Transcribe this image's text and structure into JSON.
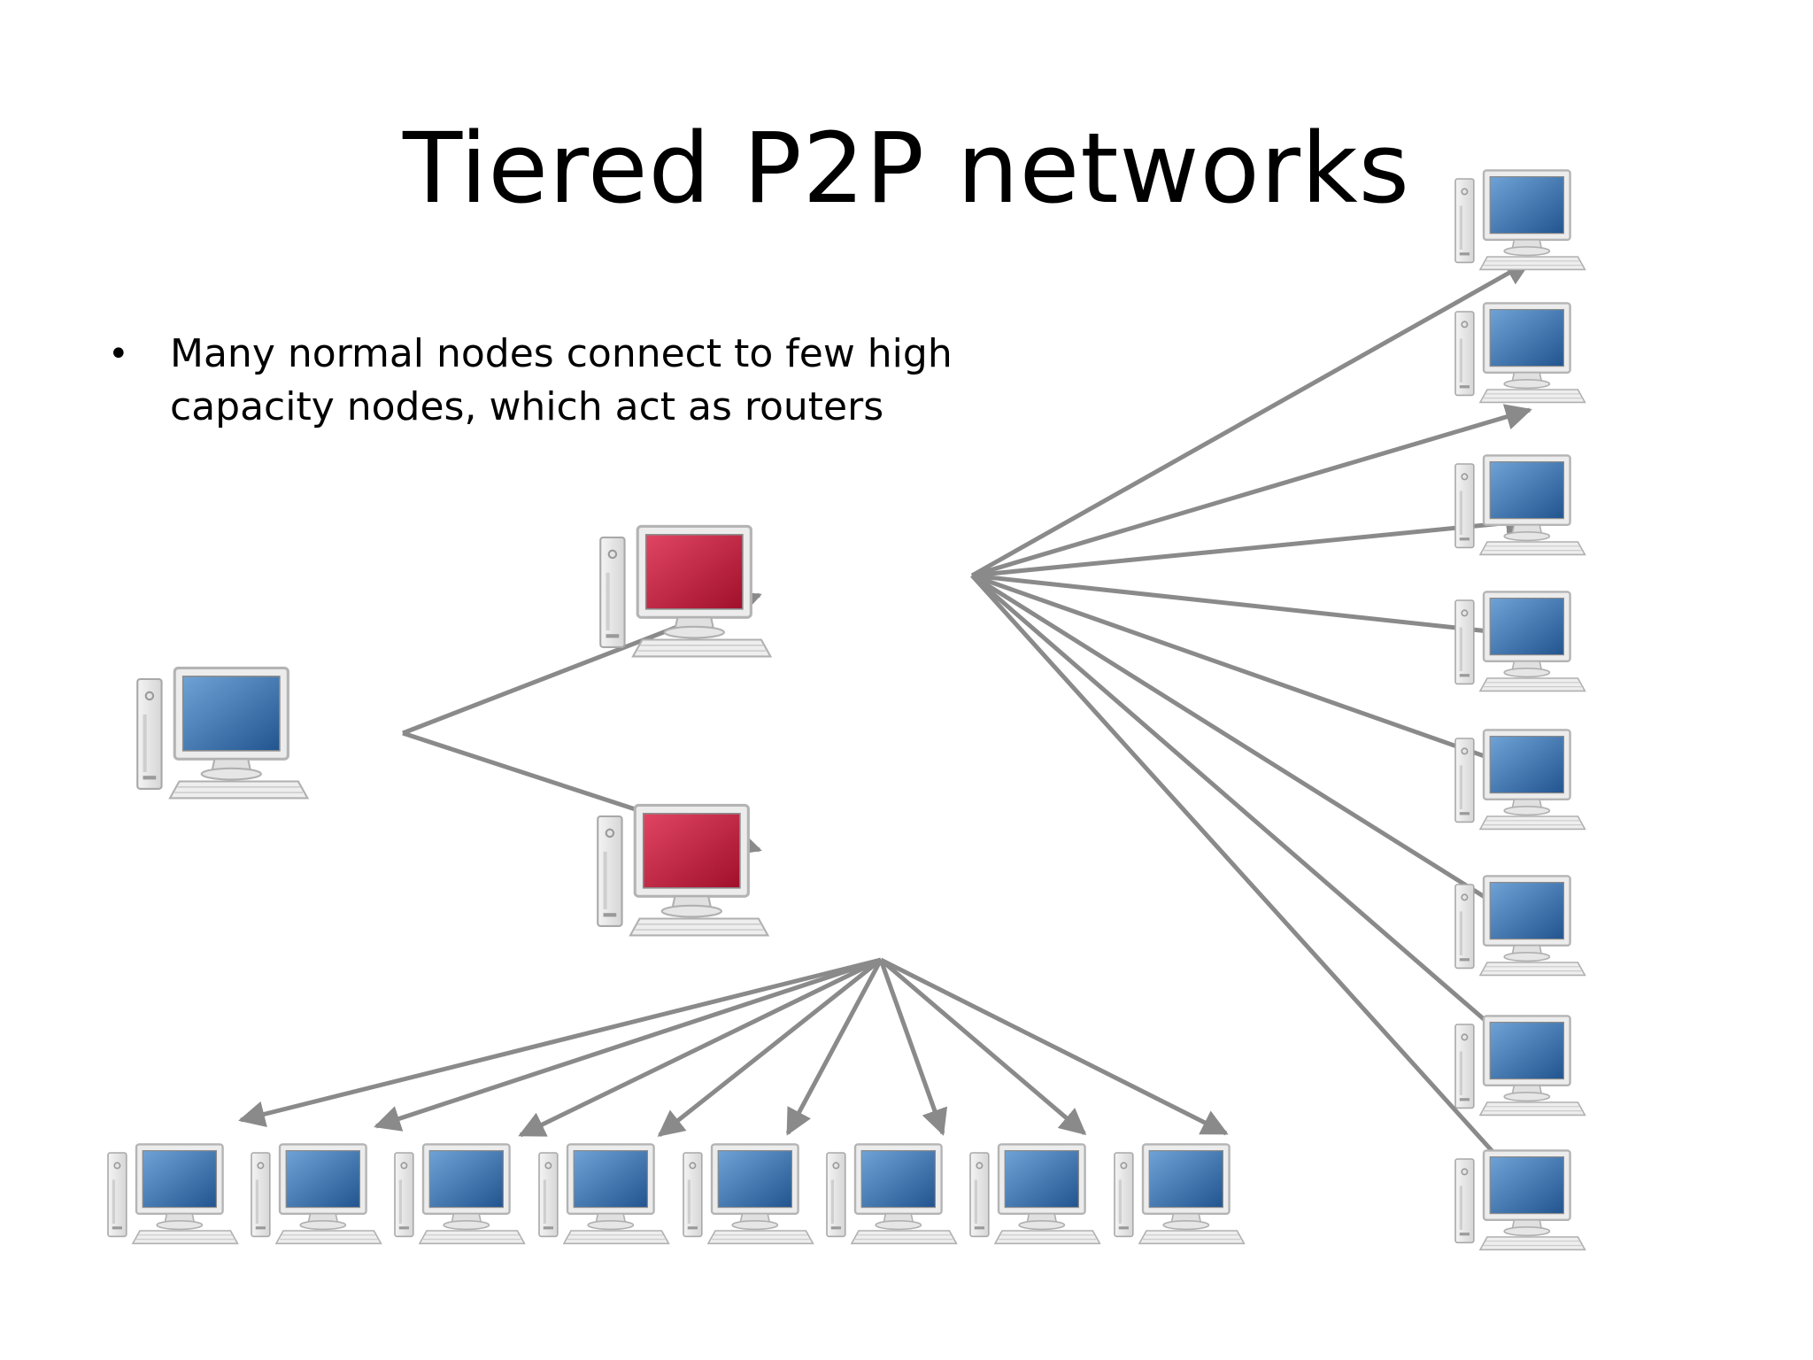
{
  "slide": {
    "title": "Tiered P2P networks",
    "bullets": [
      "Many normal nodes connect to few high capacity nodes, which act as routers"
    ],
    "bullet_symbol": "•"
  },
  "colors": {
    "normal_screen": "#3d7ab8",
    "supernode_screen": "#c41e3a",
    "arrow": "#8a8a8a",
    "computer_body": "#e4e4e4",
    "computer_outline": "#b0b0b0"
  },
  "diagram": {
    "nodes": [
      {
        "id": "client",
        "type": "normal"
      },
      {
        "id": "super-top",
        "type": "supernode"
      },
      {
        "id": "super-bottom",
        "type": "supernode"
      },
      {
        "id": "right-1",
        "type": "normal"
      },
      {
        "id": "right-2",
        "type": "normal"
      },
      {
        "id": "right-3",
        "type": "normal"
      },
      {
        "id": "right-4",
        "type": "normal"
      },
      {
        "id": "right-5",
        "type": "normal"
      },
      {
        "id": "right-6",
        "type": "normal"
      },
      {
        "id": "right-7",
        "type": "normal"
      },
      {
        "id": "right-8",
        "type": "normal"
      },
      {
        "id": "bottom-1",
        "type": "normal"
      },
      {
        "id": "bottom-2",
        "type": "normal"
      },
      {
        "id": "bottom-3",
        "type": "normal"
      },
      {
        "id": "bottom-4",
        "type": "normal"
      },
      {
        "id": "bottom-5",
        "type": "normal"
      },
      {
        "id": "bottom-6",
        "type": "normal"
      },
      {
        "id": "bottom-7",
        "type": "normal"
      },
      {
        "id": "bottom-8",
        "type": "normal"
      }
    ],
    "edges": [
      {
        "from": "client",
        "to": "super-top"
      },
      {
        "from": "client",
        "to": "super-bottom"
      },
      {
        "from": "super-top",
        "to": "right-1"
      },
      {
        "from": "super-top",
        "to": "right-2"
      },
      {
        "from": "super-top",
        "to": "right-3"
      },
      {
        "from": "super-top",
        "to": "right-4"
      },
      {
        "from": "super-top",
        "to": "right-5"
      },
      {
        "from": "super-top",
        "to": "right-6"
      },
      {
        "from": "super-top",
        "to": "right-7"
      },
      {
        "from": "super-top",
        "to": "right-8"
      },
      {
        "from": "super-bottom",
        "to": "bottom-1"
      },
      {
        "from": "super-bottom",
        "to": "bottom-2"
      },
      {
        "from": "super-bottom",
        "to": "bottom-3"
      },
      {
        "from": "super-bottom",
        "to": "bottom-4"
      },
      {
        "from": "super-bottom",
        "to": "bottom-5"
      },
      {
        "from": "super-bottom",
        "to": "bottom-6"
      },
      {
        "from": "super-bottom",
        "to": "bottom-7"
      },
      {
        "from": "super-bottom",
        "to": "bottom-8"
      }
    ]
  }
}
